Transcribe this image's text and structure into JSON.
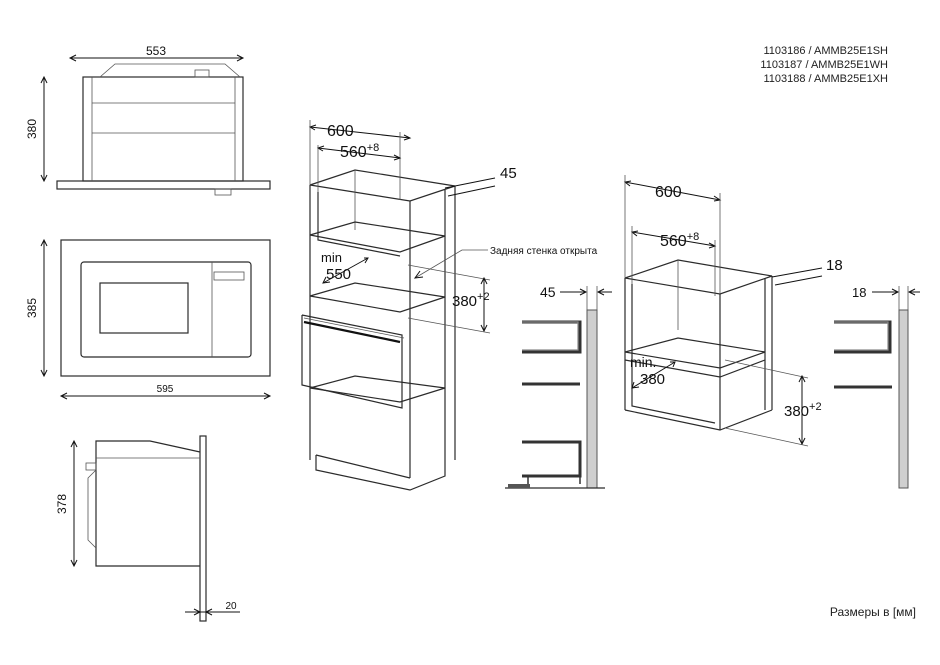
{
  "models": [
    "1103186 / AMMB25E1SH",
    "1103187 / AMMB25E1WH",
    "1103188 / AMMB25E1XH"
  ],
  "units_note": "Размеры в [мм]",
  "rear_wall_note": "Задняя стенка открыта",
  "views": {
    "top": {
      "width": "553",
      "height": "380"
    },
    "front": {
      "height": "385",
      "width": "595"
    },
    "side": {
      "height": "378",
      "depth": "20"
    }
  },
  "tall_cabinet": {
    "outer_width": "600",
    "inner_width": "560",
    "inner_width_tol": "+8",
    "side_thickness": "45",
    "min_depth_prefix": "min",
    "min_depth": "550",
    "niche_height": "380",
    "niche_height_tol": "+2",
    "section_thickness": "45"
  },
  "wall_cabinet": {
    "outer_width": "600",
    "inner_width": "560",
    "inner_width_tol": "+8",
    "side_thickness": "18",
    "min_depth_prefix": "min.",
    "min_depth": "380",
    "niche_height": "380",
    "niche_height_tol": "+2",
    "section_thickness": "18"
  }
}
